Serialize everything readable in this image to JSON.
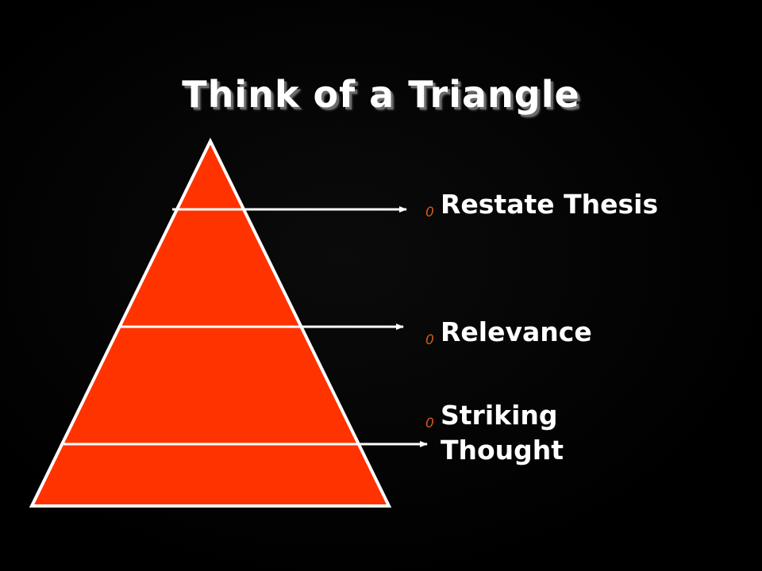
{
  "slide": {
    "title": "Think of a Triangle",
    "bullet_marker": "0",
    "items": [
      {
        "label": "Restate Thesis"
      },
      {
        "label": "Relevance"
      },
      {
        "label": "Striking Thought"
      }
    ]
  },
  "diagram": {
    "triangle_fill": "#ff3300",
    "outline_color": "#ffffff",
    "arrow_color": "#ffffff",
    "text_color": "#ffffff",
    "marker_color": "#d25a1e",
    "background": "#000000"
  }
}
